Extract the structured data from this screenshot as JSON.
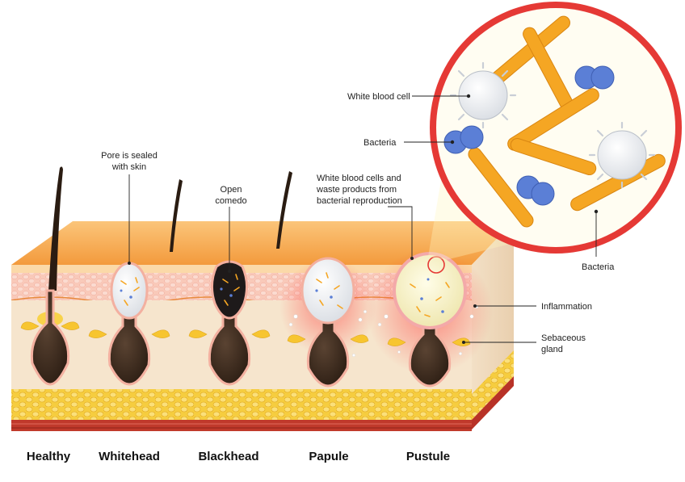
{
  "labels": {
    "pore_sealed_1": "Pore is sealed",
    "pore_sealed_2": "with skin",
    "open_comedo_1": "Open",
    "open_comedo_2": "comedo",
    "wbc_waste_1": "White blood cells and",
    "wbc_waste_2": "waste products from",
    "wbc_waste_3": "bacterial reproduction",
    "white_blood_cell": "White blood cell",
    "bacteria_top": "Bacteria",
    "bacteria_bottom": "Bacteria",
    "inflammation": "Inflammation",
    "sebaceous_1": "Sebaceous",
    "sebaceous_2": "gland"
  },
  "stages": [
    "Healthy",
    "Whitehead",
    "Blackhead",
    "Papule",
    "Pustule"
  ],
  "colors": {
    "epidermis_top": "#f6a94a",
    "dermis": "#f8e6cf",
    "fat": "#f7d34e",
    "muscle": "#c0392b",
    "magnifier_ring": "#e53935",
    "bacteria_rod": "#f5a623",
    "cocci": "#5b7fd6",
    "follicle": "#3a2a1f"
  }
}
